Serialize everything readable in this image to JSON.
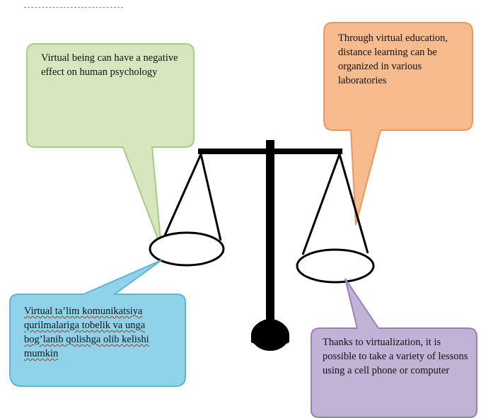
{
  "callouts": {
    "top_left": {
      "text": "Virtual being can have a negative effect  on human psychology",
      "fill": "#d7e7bd",
      "stroke": "#a9c98a"
    },
    "top_right": {
      "text": "Through virtual education, distance learning can be organized in various laboratories",
      "fill": "#f8bb8e",
      "stroke": "#e59a64"
    },
    "bottom_left": {
      "text": "Virtual ta’lim komunikatsiya qurilmalariga tobelik va unga bog’lanib qolishga olib kelishi mumkin",
      "fill": "#8fd3ea",
      "stroke": "#5fb5d3"
    },
    "bottom_right": {
      "text": "Thanks to virtualization, it is possible to take a variety of lessons using a cell phone or computer",
      "fill": "#c1b2d6",
      "stroke": "#9682b8"
    }
  },
  "scale": {
    "color": "#000000"
  },
  "decor": {
    "dashed_line_color": "#8a8a8a"
  }
}
